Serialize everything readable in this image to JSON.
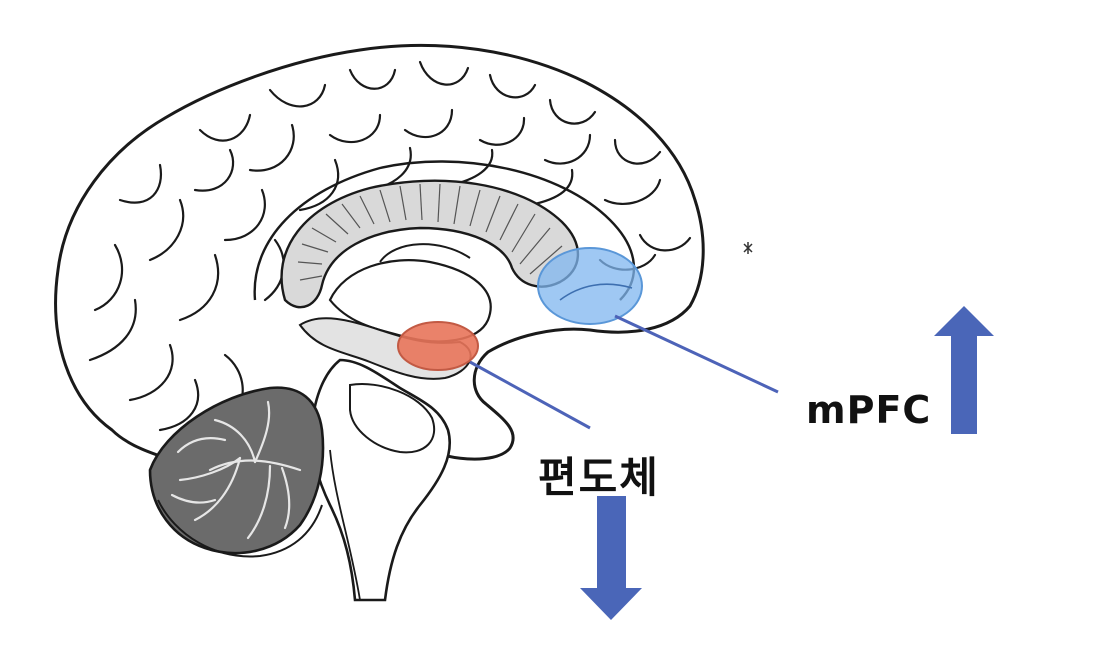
{
  "labels": {
    "mpfc": "mPFC",
    "amygdala": "편도체"
  },
  "regions": {
    "mpfc": {
      "name": "mPFC",
      "trend": "up"
    },
    "amygdala": {
      "name": "편도체",
      "trend": "down"
    }
  },
  "colors": {
    "outline": "#1a1a1a",
    "brain_fill": "#ffffff",
    "corpus_callosum": "#d9d9d9",
    "brainstem_shade": "#e3e3e3",
    "cerebellum": "#6b6b6b",
    "cerebellum_light": "#cfcfcf",
    "mpfc_highlight": "#7fb6ef",
    "mpfc_highlight_stroke": "#5a97d8",
    "amygdala_highlight": "#e8745a",
    "amygdala_highlight_stroke": "#c25a44",
    "leader_line": "#4d63b8",
    "arrow": "#4a66b8",
    "text": "#111111"
  },
  "icons": {
    "up_arrow": "arrow-up-icon",
    "down_arrow": "arrow-down-icon"
  }
}
